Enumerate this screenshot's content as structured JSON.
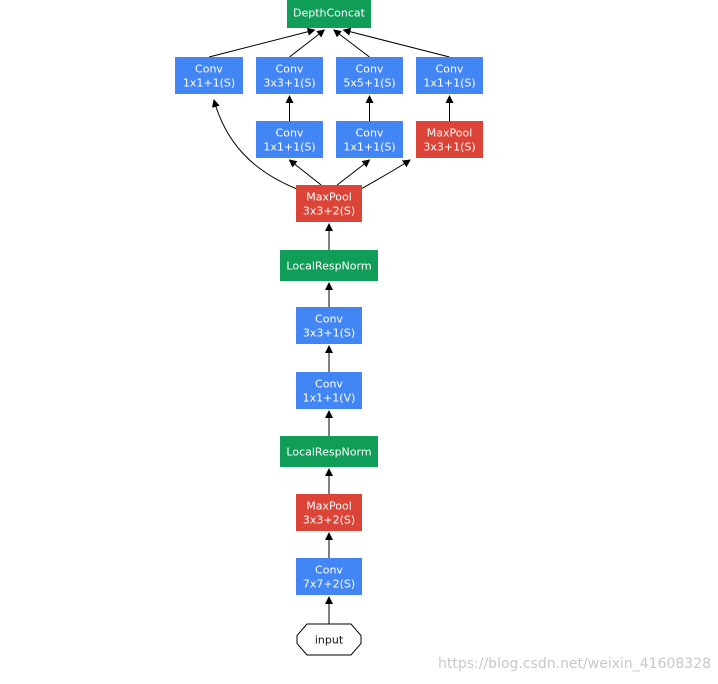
{
  "colors": {
    "conv": "#4285f4",
    "pool": "#db4437",
    "norm": "#0f9d58",
    "input_fill": "#ffffff",
    "input_stroke": "#000000",
    "edge": "#000000",
    "watermark": "#c8c8c8"
  },
  "nodes": {
    "depth_concat": {
      "type": "norm",
      "lines": [
        "DepthConcat"
      ]
    },
    "conv_1x1_s_a": {
      "type": "conv",
      "lines": [
        "Conv",
        "1x1+1(S)"
      ]
    },
    "conv_3x3_s_top": {
      "type": "conv",
      "lines": [
        "Conv",
        "3x3+1(S)"
      ]
    },
    "conv_5x5_s": {
      "type": "conv",
      "lines": [
        "Conv",
        "5x5+1(S)"
      ]
    },
    "conv_1x1_s_d": {
      "type": "conv",
      "lines": [
        "Conv",
        "1x1+1(S)"
      ]
    },
    "conv_1x1_s_b": {
      "type": "conv",
      "lines": [
        "Conv",
        "1x1+1(S)"
      ]
    },
    "conv_1x1_s_c": {
      "type": "conv",
      "lines": [
        "Conv",
        "1x1+1(S)"
      ]
    },
    "maxpool_3x3_s1": {
      "type": "pool",
      "lines": [
        "MaxPool",
        "3x3+1(S)"
      ]
    },
    "maxpool_3x3_s2_b": {
      "type": "pool",
      "lines": [
        "MaxPool",
        "3x3+2(S)"
      ]
    },
    "lrn_2": {
      "type": "norm",
      "lines": [
        "LocalRespNorm"
      ]
    },
    "conv_3x3_s": {
      "type": "conv",
      "lines": [
        "Conv",
        "3x3+1(S)"
      ]
    },
    "conv_1x1_v": {
      "type": "conv",
      "lines": [
        "Conv",
        "1x1+1(V)"
      ]
    },
    "lrn_1": {
      "type": "norm",
      "lines": [
        "LocalRespNorm"
      ]
    },
    "maxpool_3x3_s2_a": {
      "type": "pool",
      "lines": [
        "MaxPool",
        "3x3+2(S)"
      ]
    },
    "conv_7x7": {
      "type": "conv",
      "lines": [
        "Conv",
        "7x7+2(S)"
      ]
    },
    "input": {
      "type": "input",
      "lines": [
        "input"
      ]
    }
  },
  "edges": [
    [
      "input",
      "conv_7x7"
    ],
    [
      "conv_7x7",
      "maxpool_3x3_s2_a"
    ],
    [
      "maxpool_3x3_s2_a",
      "lrn_1"
    ],
    [
      "lrn_1",
      "conv_1x1_v"
    ],
    [
      "conv_1x1_v",
      "conv_3x3_s"
    ],
    [
      "conv_3x3_s",
      "lrn_2"
    ],
    [
      "lrn_2",
      "maxpool_3x3_s2_b"
    ],
    [
      "maxpool_3x3_s2_b",
      "conv_1x1_s_a"
    ],
    [
      "maxpool_3x3_s2_b",
      "conv_1x1_s_b"
    ],
    [
      "maxpool_3x3_s2_b",
      "conv_1x1_s_c"
    ],
    [
      "maxpool_3x3_s2_b",
      "maxpool_3x3_s1"
    ],
    [
      "conv_1x1_s_b",
      "conv_3x3_s_top"
    ],
    [
      "conv_1x1_s_c",
      "conv_5x5_s"
    ],
    [
      "maxpool_3x3_s1",
      "conv_1x1_s_d"
    ],
    [
      "conv_1x1_s_a",
      "depth_concat"
    ],
    [
      "conv_3x3_s_top",
      "depth_concat"
    ],
    [
      "conv_5x5_s",
      "depth_concat"
    ],
    [
      "conv_1x1_s_d",
      "depth_concat"
    ]
  ],
  "watermark": "https://blog.csdn.net/weixin_41608328"
}
